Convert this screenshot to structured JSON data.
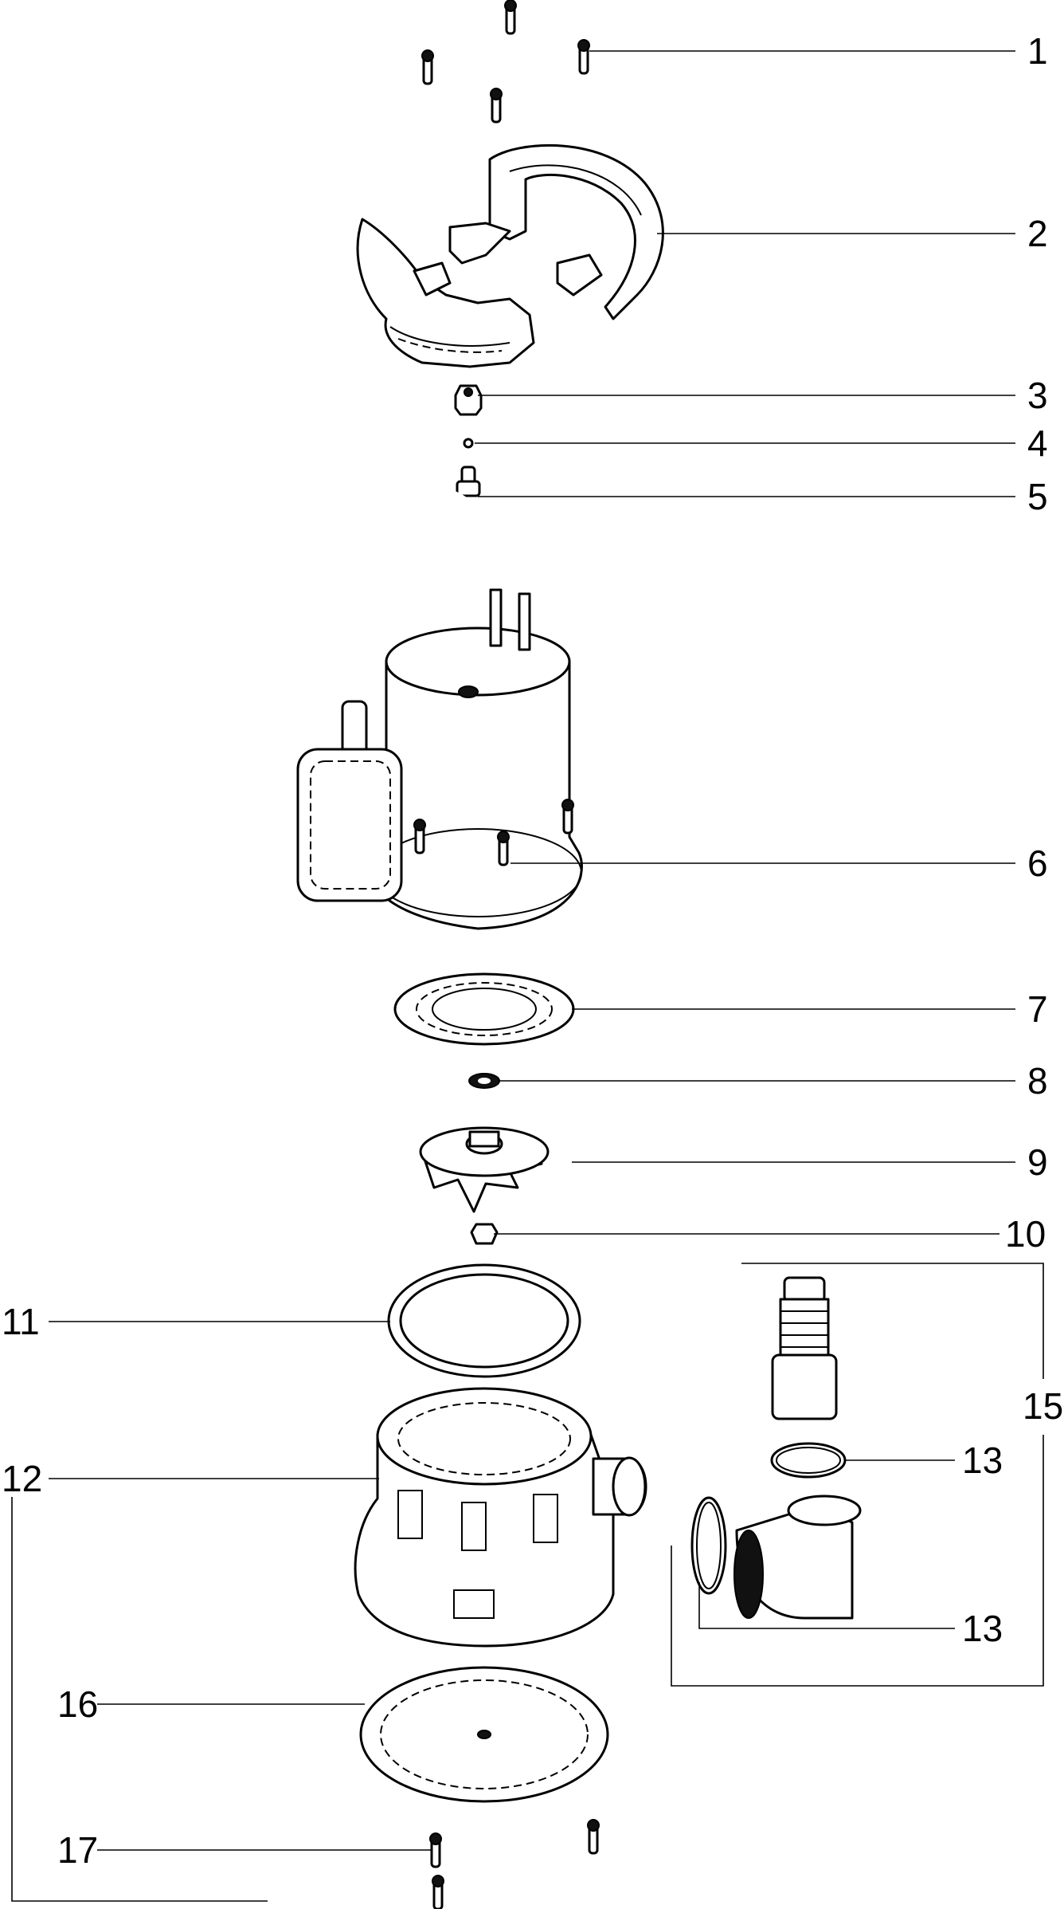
{
  "diagram": {
    "labels": {
      "p1": "1",
      "p2": "2",
      "p3": "3",
      "p4": "4",
      "p5": "5",
      "p6": "6",
      "p7": "7",
      "p8": "8",
      "p9": "9",
      "p10": "10",
      "p11": "11",
      "p12": "12",
      "p13a": "13",
      "p13b": "13",
      "p15": "15",
      "p16": "16",
      "p17": "17"
    }
  }
}
